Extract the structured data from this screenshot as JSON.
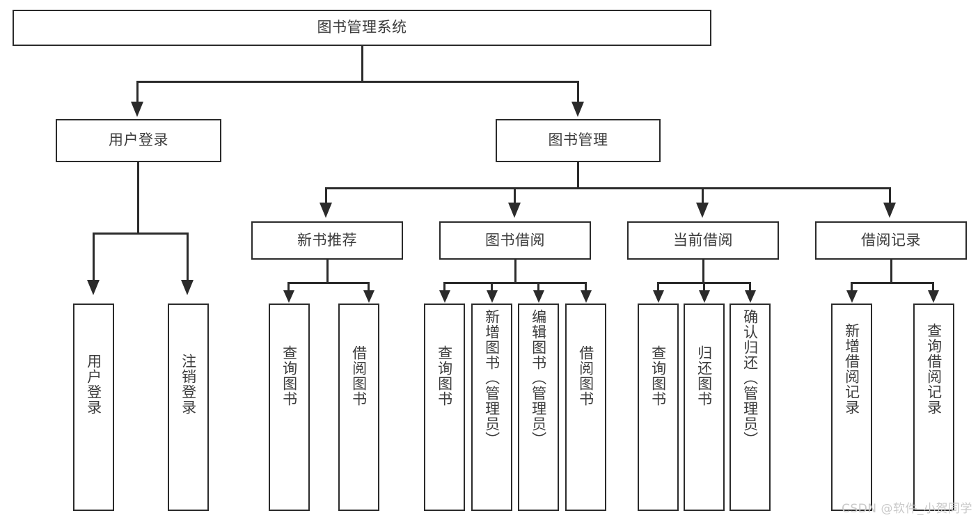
{
  "diagram": {
    "type": "tree-hierarchy",
    "title": "图书管理系统",
    "root": {
      "label": "图书管理系统"
    },
    "level1": [
      {
        "label": "用户登录"
      },
      {
        "label": "图书管理"
      }
    ],
    "level2": [
      {
        "label": "新书推荐"
      },
      {
        "label": "图书借阅"
      },
      {
        "label": "当前借阅"
      },
      {
        "label": "借阅记录"
      }
    ],
    "leaves": {
      "user_login": [
        {
          "label": "用户登录"
        },
        {
          "label": "注销登录"
        }
      ],
      "new_book_recommend": [
        {
          "label": "查询图书"
        },
        {
          "label": "借阅图书"
        }
      ],
      "book_borrow": [
        {
          "label": "查询图书"
        },
        {
          "label": "新增图书（管理员）"
        },
        {
          "label": "编辑图书（管理员）"
        },
        {
          "label": "借阅图书"
        }
      ],
      "current_borrow": [
        {
          "label": "查询图书"
        },
        {
          "label": "归还图书"
        },
        {
          "label": "确认归还（管理员）"
        }
      ],
      "borrow_record": [
        {
          "label": "新增借阅记录"
        },
        {
          "label": "查询借阅记录"
        }
      ]
    }
  },
  "watermark": {
    "text": "CSDN @软件_小贺同学"
  },
  "colors": {
    "stroke": "#2b2b2b",
    "text": "#3c3c3c",
    "background": "#ffffff",
    "watermark": "#c9c9c9"
  }
}
